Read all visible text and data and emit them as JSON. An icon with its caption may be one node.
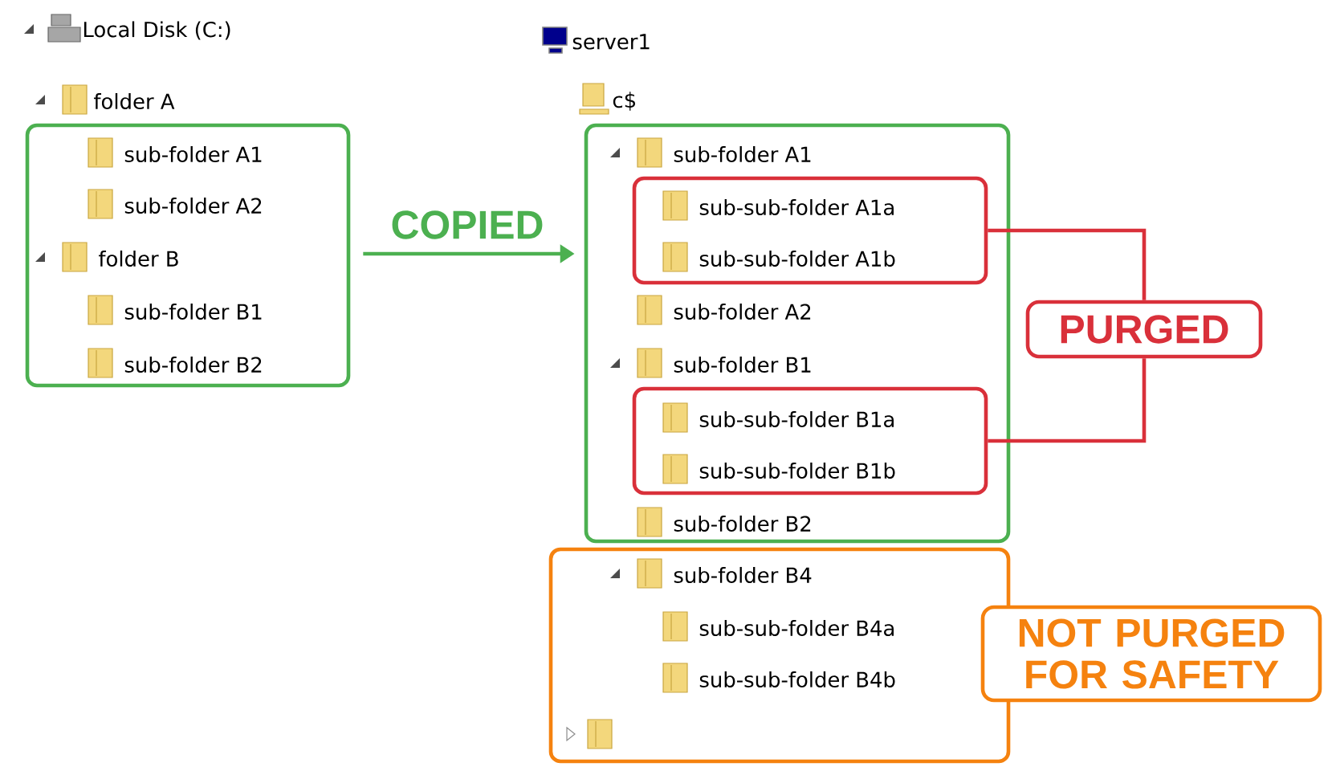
{
  "diagram": {
    "nodes": [
      {
        "text": [
          "sub-folder A1",
          "sub-folder A2",
          "folder B",
          "sub-folder B1",
          "sub-folder B2"
        ]
      },
      {
        "text": [
          "sub-folder A1",
          "sub-folder A2",
          "sub-folder B1",
          "sub-folder B2"
        ]
      },
      {
        "text": [
          "sub-sub-folder A1a",
          "sub-sub-folder A1b"
        ],
        "in": 1
      },
      {
        "text": [
          "sub-sub-folder B1a",
          "sub-sub-folder B1b"
        ],
        "in": 1
      },
      {
        "text": [
          "sub-folder B4",
          "sub-sub-folder B4a",
          "sub-sub-folder B4b"
        ]
      },
      {
        "text": [
          "PURGED"
        ]
      },
      {
        "text": [
          "NOT PURGED FOR SAFETY"
        ]
      }
    ],
    "edges": [
      {
        "from": 0,
        "to": 1,
        "arrow": "to",
        "label": "COPIED",
        "color": "#4cb050"
      },
      {
        "from": 2,
        "to": 5,
        "arrow": "none",
        "color": "#d9303a"
      },
      {
        "from": 3,
        "to": 5,
        "arrow": "none",
        "color": "#d9303a"
      }
    ],
    "labels": [
      "Local Disk (C:)",
      "folder A",
      "server1",
      "c$"
    ]
  }
}
